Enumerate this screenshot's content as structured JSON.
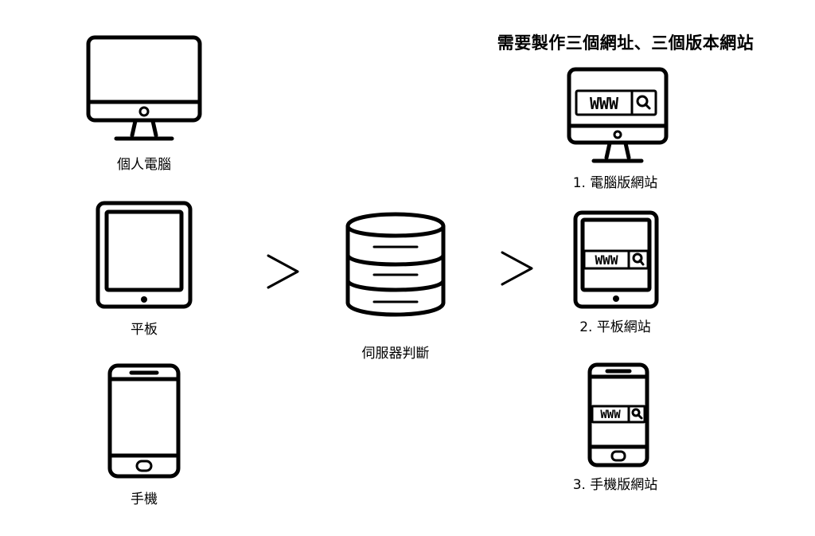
{
  "title": "需要製作三個網址、三個版本網站",
  "devices": [
    {
      "icon": "desktop-icon",
      "label": "個人電腦"
    },
    {
      "icon": "tablet-icon",
      "label": "平板"
    },
    {
      "icon": "phone-icon",
      "label": "手機"
    }
  ],
  "server": {
    "icon": "server-icon",
    "label": "伺服器判斷"
  },
  "arrows": [
    ">",
    ">"
  ],
  "websites": [
    {
      "icon": "desktop-website-icon",
      "label": "1. 電腦版網站",
      "address": "WWW"
    },
    {
      "icon": "tablet-website-icon",
      "label": "2. 平板網站",
      "address": "WWW"
    },
    {
      "icon": "phone-website-icon",
      "label": "3. 手機版網站",
      "address": "WWW"
    }
  ]
}
